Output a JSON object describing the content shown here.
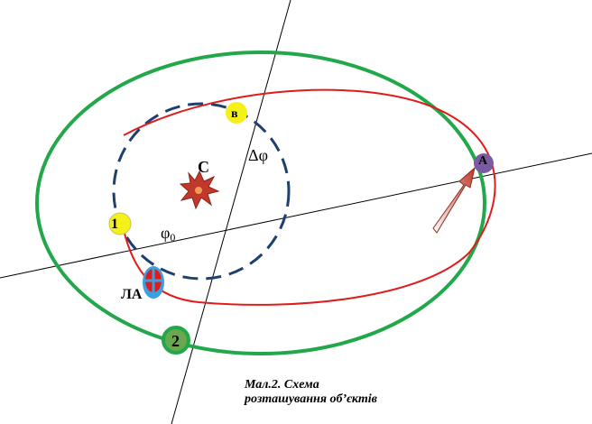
{
  "labels": {
    "point_a": "A",
    "point_b": "в",
    "point_c": "С",
    "point_1": "1",
    "point_2": "2",
    "vehicle": "ЛА",
    "delta_phi": "Δφ",
    "phi0": "φ",
    "phi0_sub": "0"
  },
  "caption": {
    "line1": "Мал.2. Схема",
    "line2": "розташування  об’єктів"
  },
  "colors": {
    "outer_orbit": "#22a84a",
    "transfer_orbit": "#e01b1b",
    "inner_orbit": "#1f3f6e",
    "marker_yellow": "#f4f01a",
    "marker_a": "#7a5aa0",
    "marker_2": "#6aa84f",
    "vehicle_fill": "#3aa0e0",
    "vehicle_cross": "#e01b1b",
    "arrow": "#c0392b"
  }
}
